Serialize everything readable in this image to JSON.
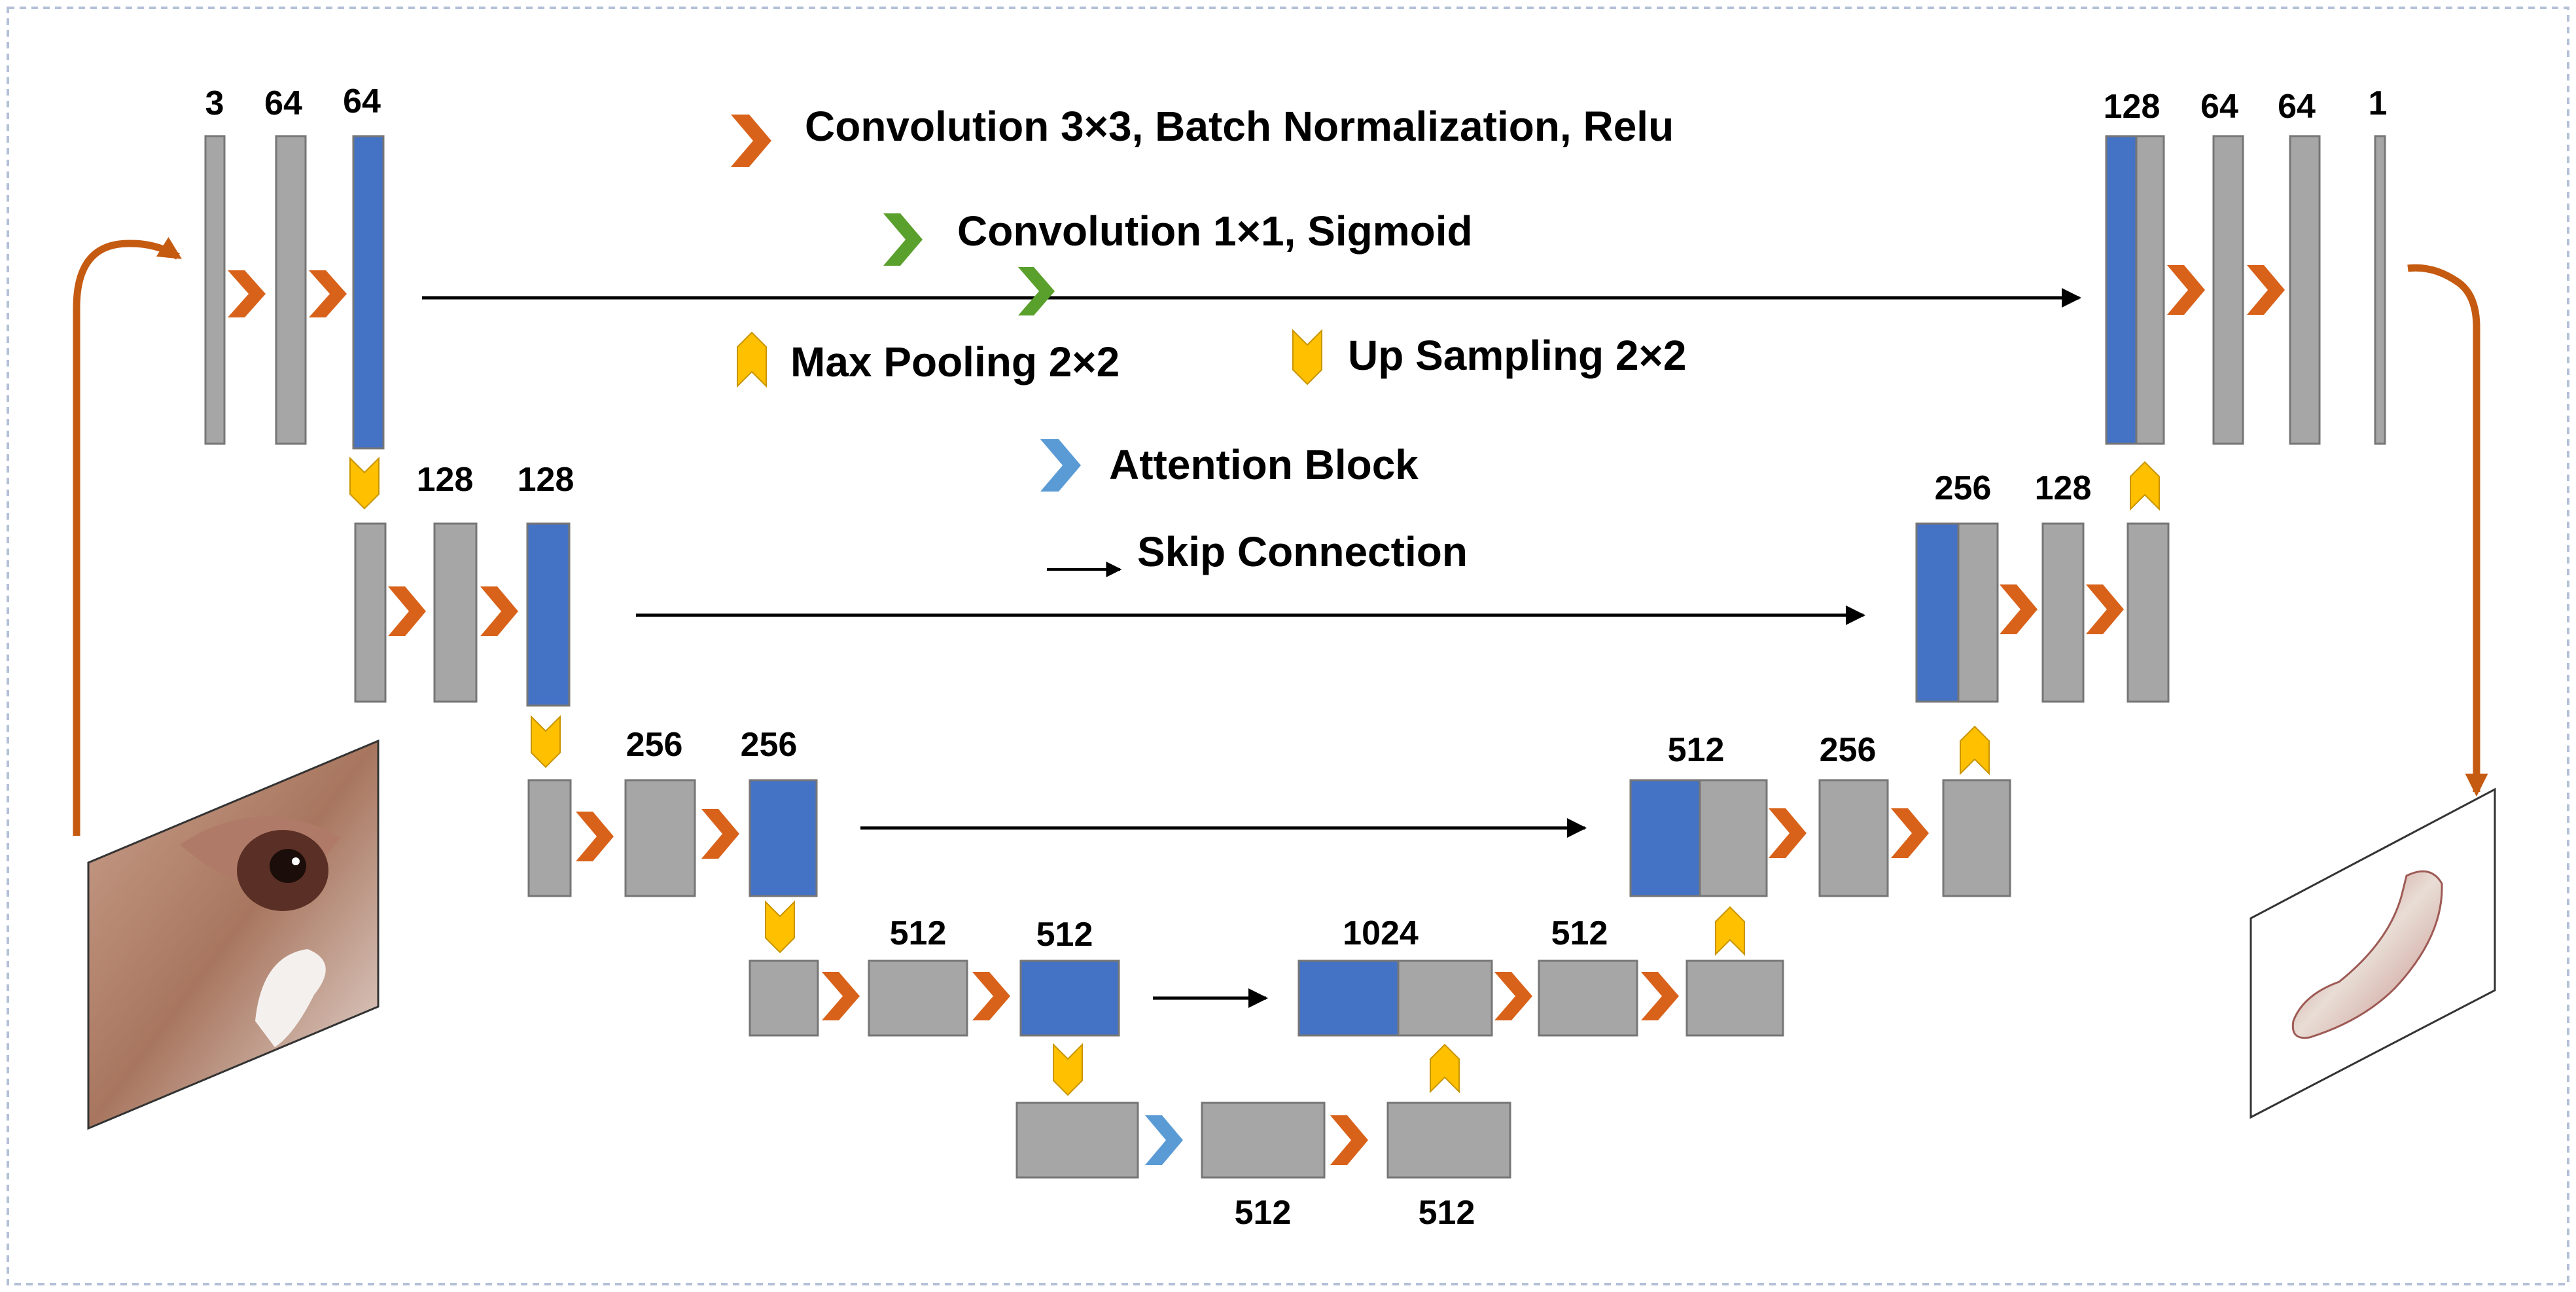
{
  "legend": {
    "conv3": "Convolution 3×3, Batch Normalization, Relu",
    "conv1": "Convolution 1×1, Sigmoid",
    "maxpool": "Max Pooling 2×2",
    "upsample": "Up Sampling 2×2",
    "attention": "Attention Block",
    "skip": "Skip Connection"
  },
  "encoder": {
    "level1": [
      "3",
      "64",
      "64"
    ],
    "level2": [
      "128",
      "128"
    ],
    "level3": [
      "256",
      "256"
    ],
    "level4": [
      "512",
      "512"
    ]
  },
  "bottleneck": [
    "512",
    "512"
  ],
  "decoder": {
    "level4": [
      "1024",
      "512"
    ],
    "level3": [
      "512",
      "256"
    ],
    "level2": [
      "256",
      "128"
    ],
    "level1": [
      "128",
      "64",
      "64",
      "1"
    ]
  },
  "images": {
    "input": "eye-photo",
    "output": "segmentation-mask"
  },
  "colors": {
    "block_gray": "#a6a6a6",
    "block_blue": "#4472c4",
    "conv3_orange": "#d9621b",
    "conv1_green": "#5aa02c",
    "pool_yellow": "#ffc000",
    "attention_blue": "#5b9bd5",
    "long_arrow": "#c55a11"
  }
}
